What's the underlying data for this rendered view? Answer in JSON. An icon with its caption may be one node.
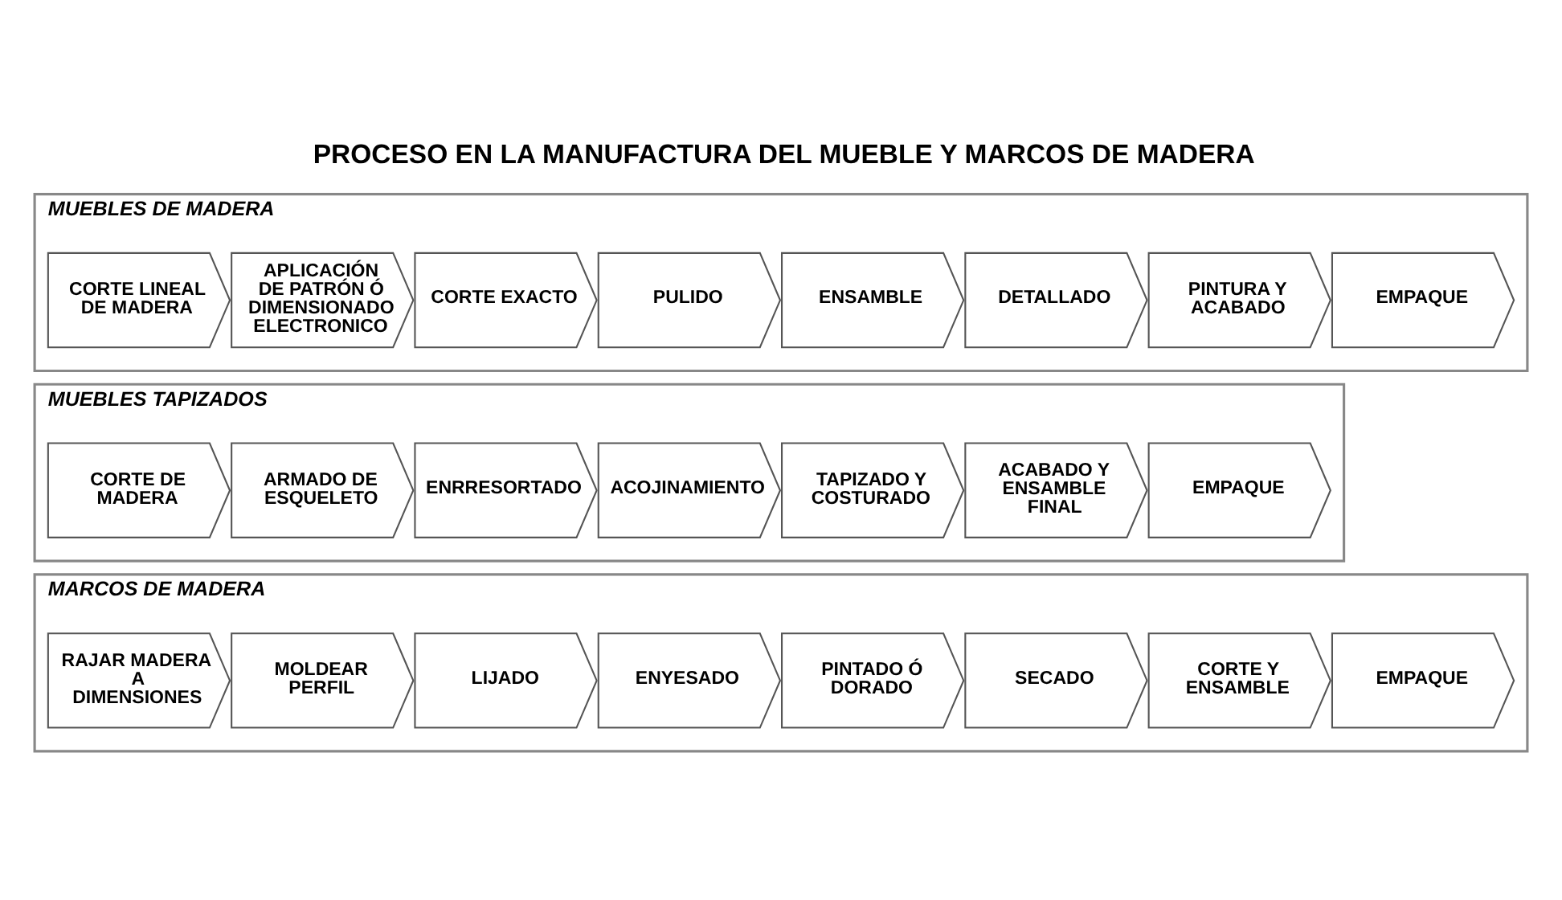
{
  "diagram": {
    "title": "PROCESO EN LA MANUFACTURA DEL MUEBLE Y MARCOS DE MADERA",
    "nodes": [
      {
        "text": [
          "MUEBLES DE MADERA"
        ]
      },
      {
        "text": [
          "CORTE LINEAL DE MADERA"
        ],
        "in": 0
      },
      {
        "text": [
          "APLICACIÓN DE PATRÓN Ó DIMENSIONADO ELECTRONICO"
        ],
        "in": 0
      },
      {
        "text": [
          "CORTE EXACTO"
        ],
        "in": 0
      },
      {
        "text": [
          "PULIDO"
        ],
        "in": 0
      },
      {
        "text": [
          "ENSAMBLE"
        ],
        "in": 0
      },
      {
        "text": [
          "DETALLADO"
        ],
        "in": 0
      },
      {
        "text": [
          "PINTURA Y ACABADO"
        ],
        "in": 0
      },
      {
        "text": [
          "EMPAQUE"
        ],
        "in": 0
      },
      {
        "text": [
          "MUEBLES TAPIZADOS"
        ]
      },
      {
        "text": [
          "CORTE DE MADERA"
        ],
        "in": 9
      },
      {
        "text": [
          "ARMADO DE ESQUELETO"
        ],
        "in": 9
      },
      {
        "text": [
          "ENRRESORTADO"
        ],
        "in": 9
      },
      {
        "text": [
          "ACOJINAMIENTO"
        ],
        "in": 9
      },
      {
        "text": [
          "TAPIZADO Y COSTURADO"
        ],
        "in": 9
      },
      {
        "text": [
          "ACABADO Y ENSAMBLE FINAL"
        ],
        "in": 9
      },
      {
        "text": [
          "EMPAQUE"
        ],
        "in": 9
      },
      {
        "text": [
          "MARCOS DE MADERA"
        ]
      },
      {
        "text": [
          "RAJAR MADERA A DIMENSIONES"
        ],
        "in": 17
      },
      {
        "text": [
          "MOLDEAR PERFIL"
        ],
        "in": 17
      },
      {
        "text": [
          "LIJADO"
        ],
        "in": 17
      },
      {
        "text": [
          "ENYESADO"
        ],
        "in": 17
      },
      {
        "text": [
          "PINTADO Ó DORADO"
        ],
        "in": 17
      },
      {
        "text": [
          "SECADO"
        ],
        "in": 17
      },
      {
        "text": [
          "CORTE Y ENSAMBLE"
        ],
        "in": 17
      },
      {
        "text": [
          "EMPAQUE"
        ],
        "in": 17
      }
    ]
  }
}
